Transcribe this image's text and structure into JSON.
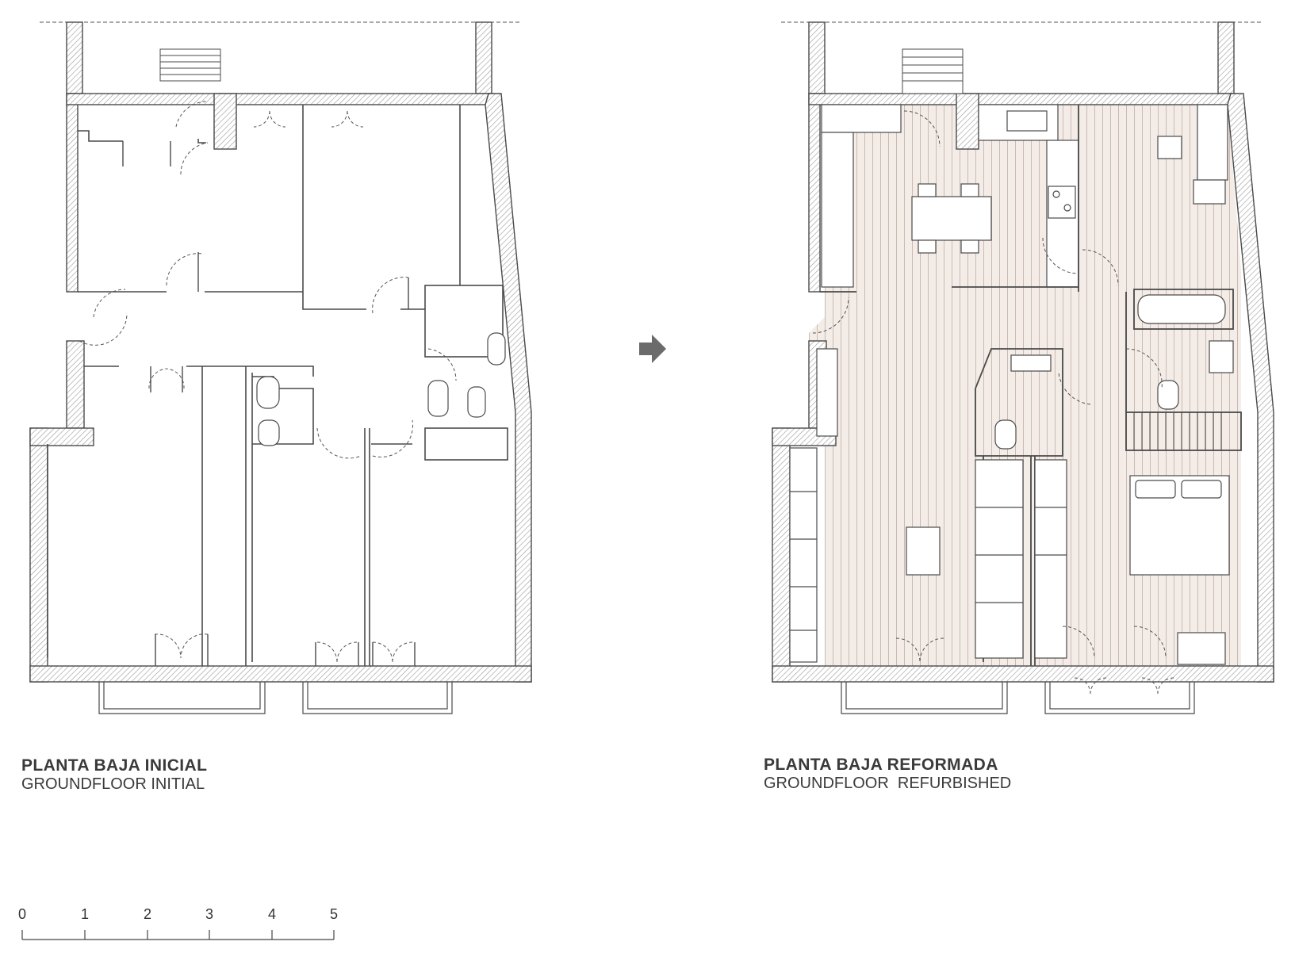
{
  "plans": [
    {
      "title": "PLANTA BAJA INICIAL",
      "subtitle": "GROUNDFLOOR INITIAL"
    },
    {
      "title": "PLANTA BAJA REFORMADA",
      "subtitle": "GROUNDFLOOR  REFURBISHED"
    }
  ],
  "scale_bar": {
    "ticks": [
      "0",
      "1",
      "2",
      "3",
      "4",
      "5"
    ]
  },
  "arrow": {
    "icon": "arrow-right-icon",
    "color": "#6b6b6b"
  },
  "colors": {
    "wall_hatch": "#8a8a8a",
    "floor_refurbished": "#f3ebe6",
    "floor_lines": "#c9b9b2",
    "lines": "#4a4a4a"
  }
}
